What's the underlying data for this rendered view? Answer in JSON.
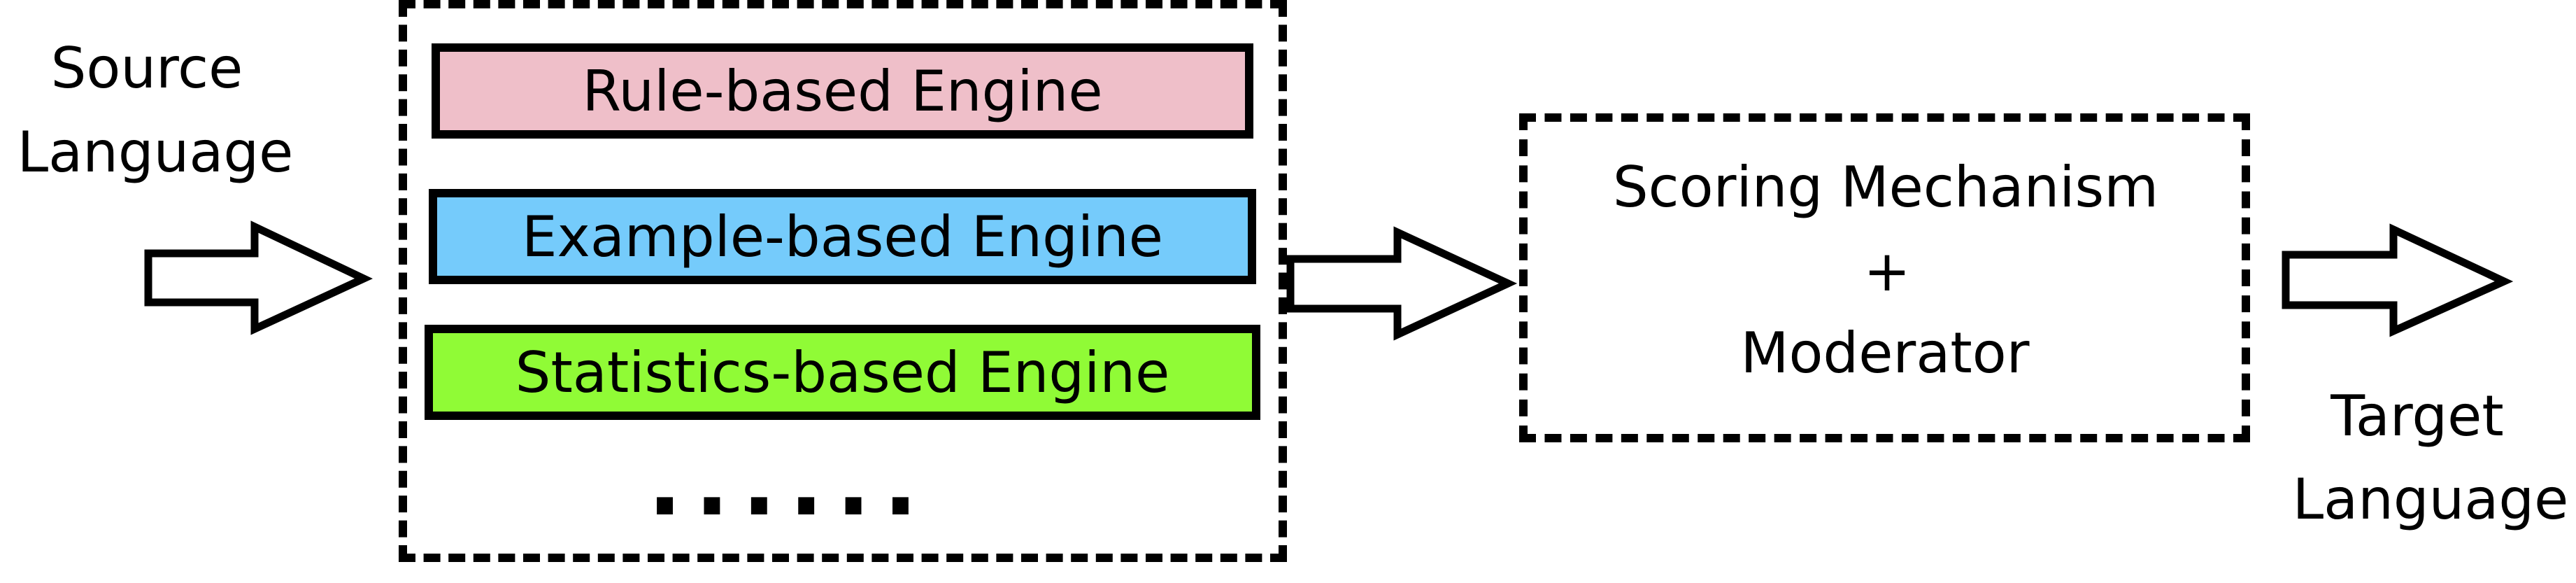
{
  "source": {
    "line1": "Source",
    "line2": "Language"
  },
  "engines": [
    {
      "label": "Rule-based Engine",
      "color": "#efbfc9"
    },
    {
      "label": "Example-based Engine",
      "color": "#75cbfb"
    },
    {
      "label": "Statistics-based Engine",
      "color": "#90fb36"
    }
  ],
  "ellipsis": "......",
  "scoring": {
    "line1": "Scoring Mechanism",
    "line2": "+",
    "line3": "Moderator"
  },
  "target": {
    "line1": "Target",
    "line2": "Language"
  }
}
